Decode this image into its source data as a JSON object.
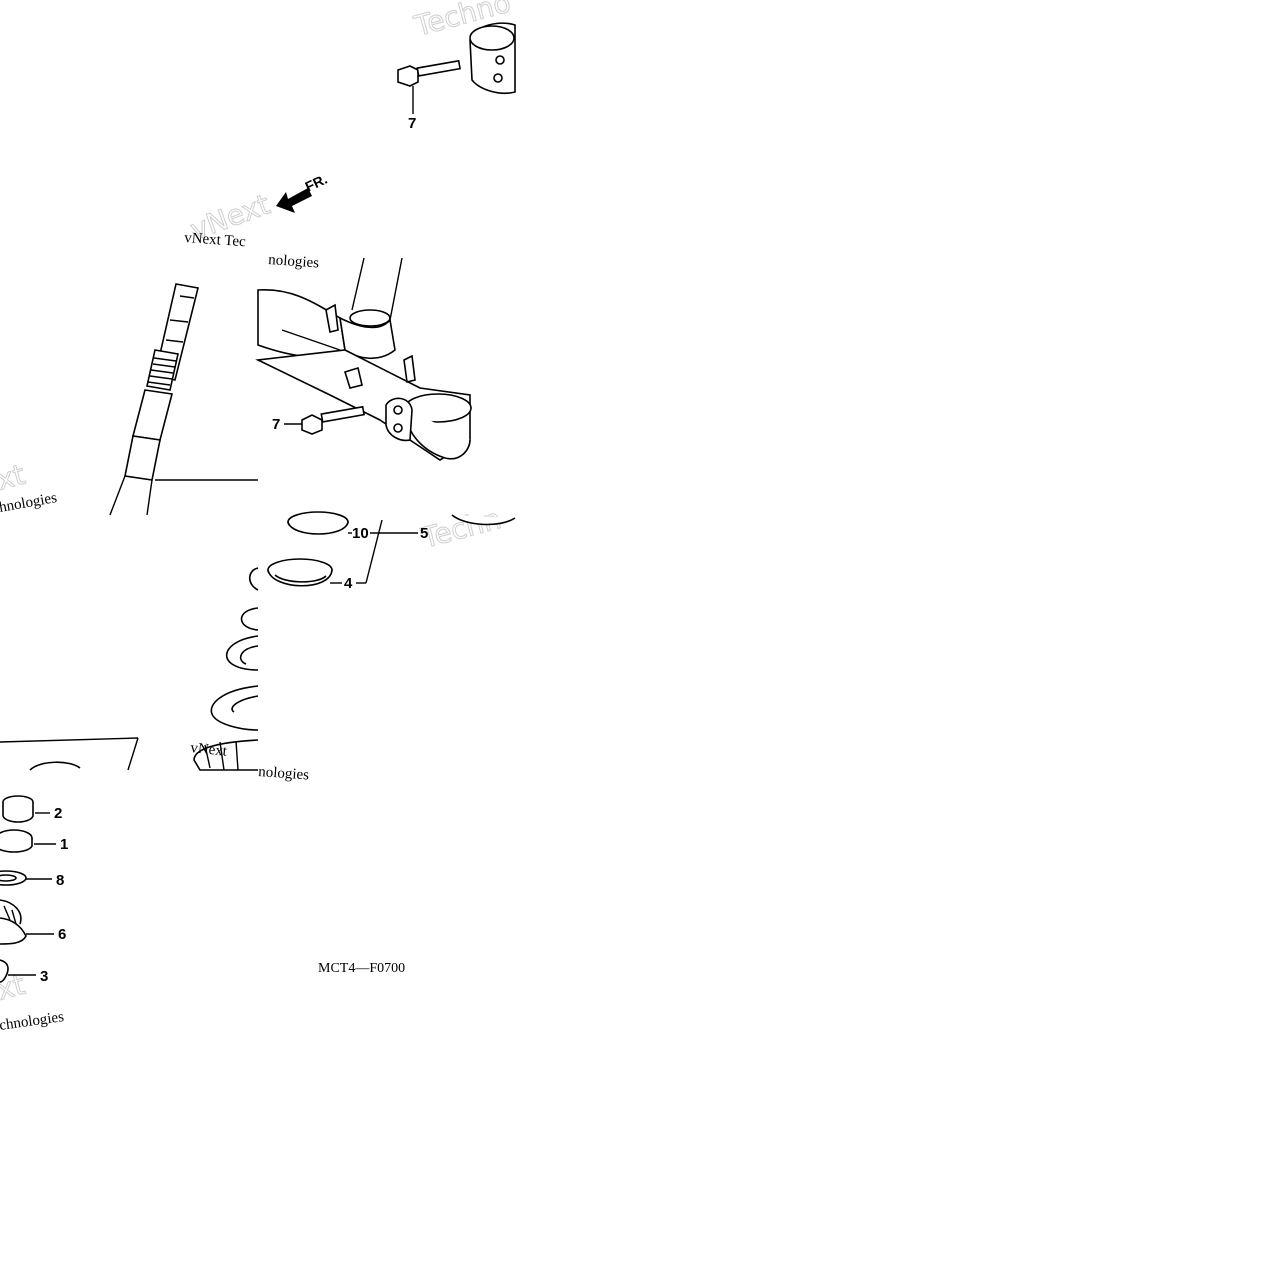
{
  "diagram": {
    "callouts": {
      "c7_top": "7",
      "c7_mid": "7",
      "c10": "10",
      "c5": "5",
      "c4": "4",
      "c2": "2",
      "c1": "1",
      "c8": "8",
      "c6": "6",
      "c3": "3"
    },
    "front_arrow_label": "FR.",
    "figure_code": "MCT4—F0700",
    "watermarks": {
      "wm1": "vNext Tec",
      "wm2": "nologies",
      "wm3": "Techno",
      "wm4": "xt",
      "wm5": "hnologies",
      "wm6": "Techn",
      "wm7": "vNext",
      "wm8": "nologies",
      "wm9": "xt",
      "wm10": "chnologies"
    }
  }
}
